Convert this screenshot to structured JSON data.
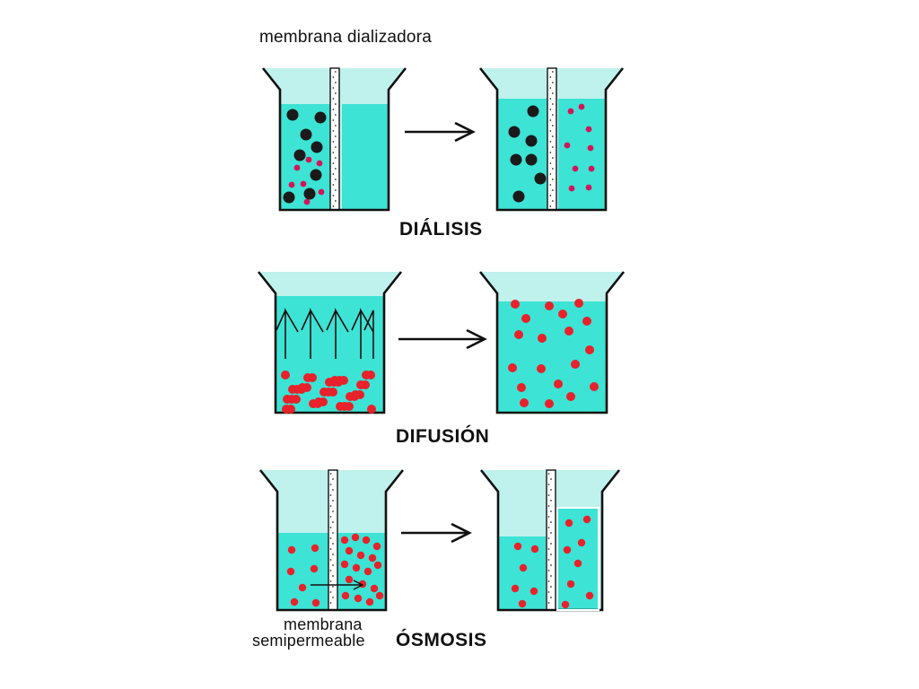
{
  "colors": {
    "water": "#3de3d4",
    "air": "#bff2ec",
    "outline": "#111111",
    "membrane": "#ffffff",
    "solute_dark": "#1a1a1a",
    "solute_small": "#d4145a",
    "solute_red": "#e8212b"
  },
  "labels": {
    "dialysis_membrane": "membrana dializadora",
    "dialysis": "DIÁLISIS",
    "diffusion": "DIFUSIÓN",
    "osmosis": "ÓSMOSIS",
    "osmosis_membrane_line1": "membrana",
    "osmosis_membrane_line2": "semipermeable"
  },
  "panels": [
    {
      "process": "dialysis",
      "before": "dark and small particles together on one side of the membrane",
      "after": "small particles cross the membrane, dark particles stay"
    },
    {
      "process": "diffusion",
      "before": "particles concentrated at the bottom",
      "after": "particles spread evenly through the liquid"
    },
    {
      "process": "osmosis",
      "before": "equal liquid levels on both sides",
      "after": "liquid rises on the side with particles"
    }
  ]
}
